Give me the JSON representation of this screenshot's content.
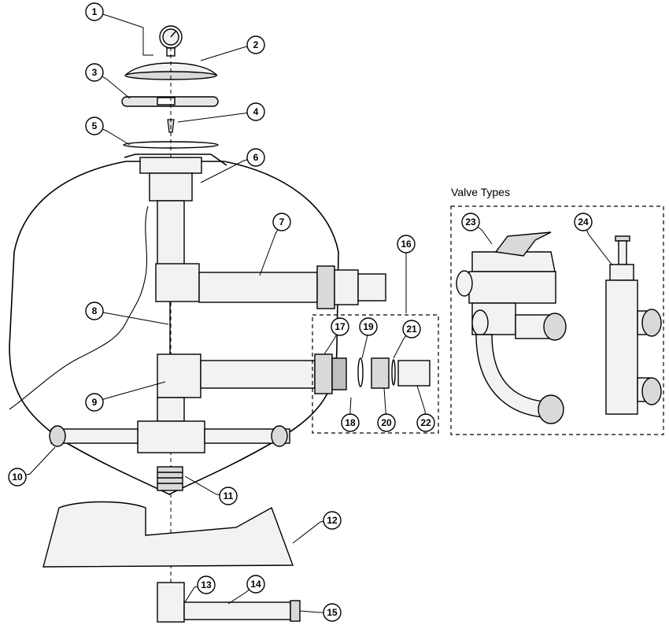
{
  "diagram": {
    "valve_panel_title": "Valve Types",
    "callouts": [
      {
        "number": "1"
      },
      {
        "number": "2"
      },
      {
        "number": "3"
      },
      {
        "number": "4"
      },
      {
        "number": "5"
      },
      {
        "number": "6"
      },
      {
        "number": "7"
      },
      {
        "number": "8"
      },
      {
        "number": "9"
      },
      {
        "number": "10"
      },
      {
        "number": "11"
      },
      {
        "number": "12"
      },
      {
        "number": "13"
      },
      {
        "number": "14"
      },
      {
        "number": "15"
      },
      {
        "number": "16"
      },
      {
        "number": "17"
      },
      {
        "number": "18"
      },
      {
        "number": "19"
      },
      {
        "number": "20"
      },
      {
        "number": "21"
      },
      {
        "number": "22"
      },
      {
        "number": "23"
      },
      {
        "number": "24"
      }
    ]
  },
  "colors": {
    "line": "#000000",
    "fill_light": "#f2f2f2",
    "fill_mid": "#d9d9d9",
    "background": "#ffffff"
  }
}
